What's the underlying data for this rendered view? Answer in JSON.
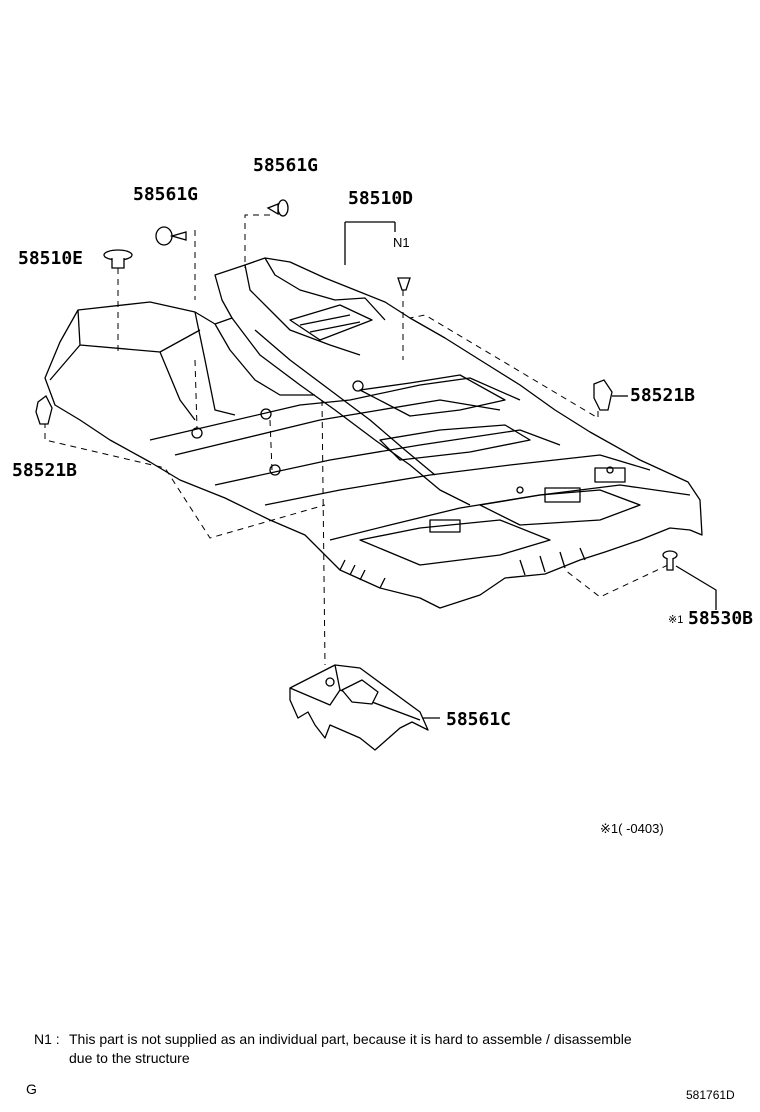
{
  "parts": {
    "p58561G_top": "58561G",
    "p58561G_left": "58561G",
    "p58510D": "58510D",
    "p58510E": "58510E",
    "p58521B_right": "58521B",
    "p58521B_left": "58521B",
    "p58530B": "58530B",
    "p58561C": "58561C"
  },
  "markers": {
    "n1": "N1",
    "ref1": "※1",
    "ref1_range": "※1(      -0403)"
  },
  "footnote": {
    "label": "N1 :",
    "line1": "This part is not supplied as an individual part, because it is hard to assemble / disassemble",
    "line2": "due to the structure"
  },
  "footer": {
    "left_code": "G",
    "diagram_id": "581761D"
  }
}
